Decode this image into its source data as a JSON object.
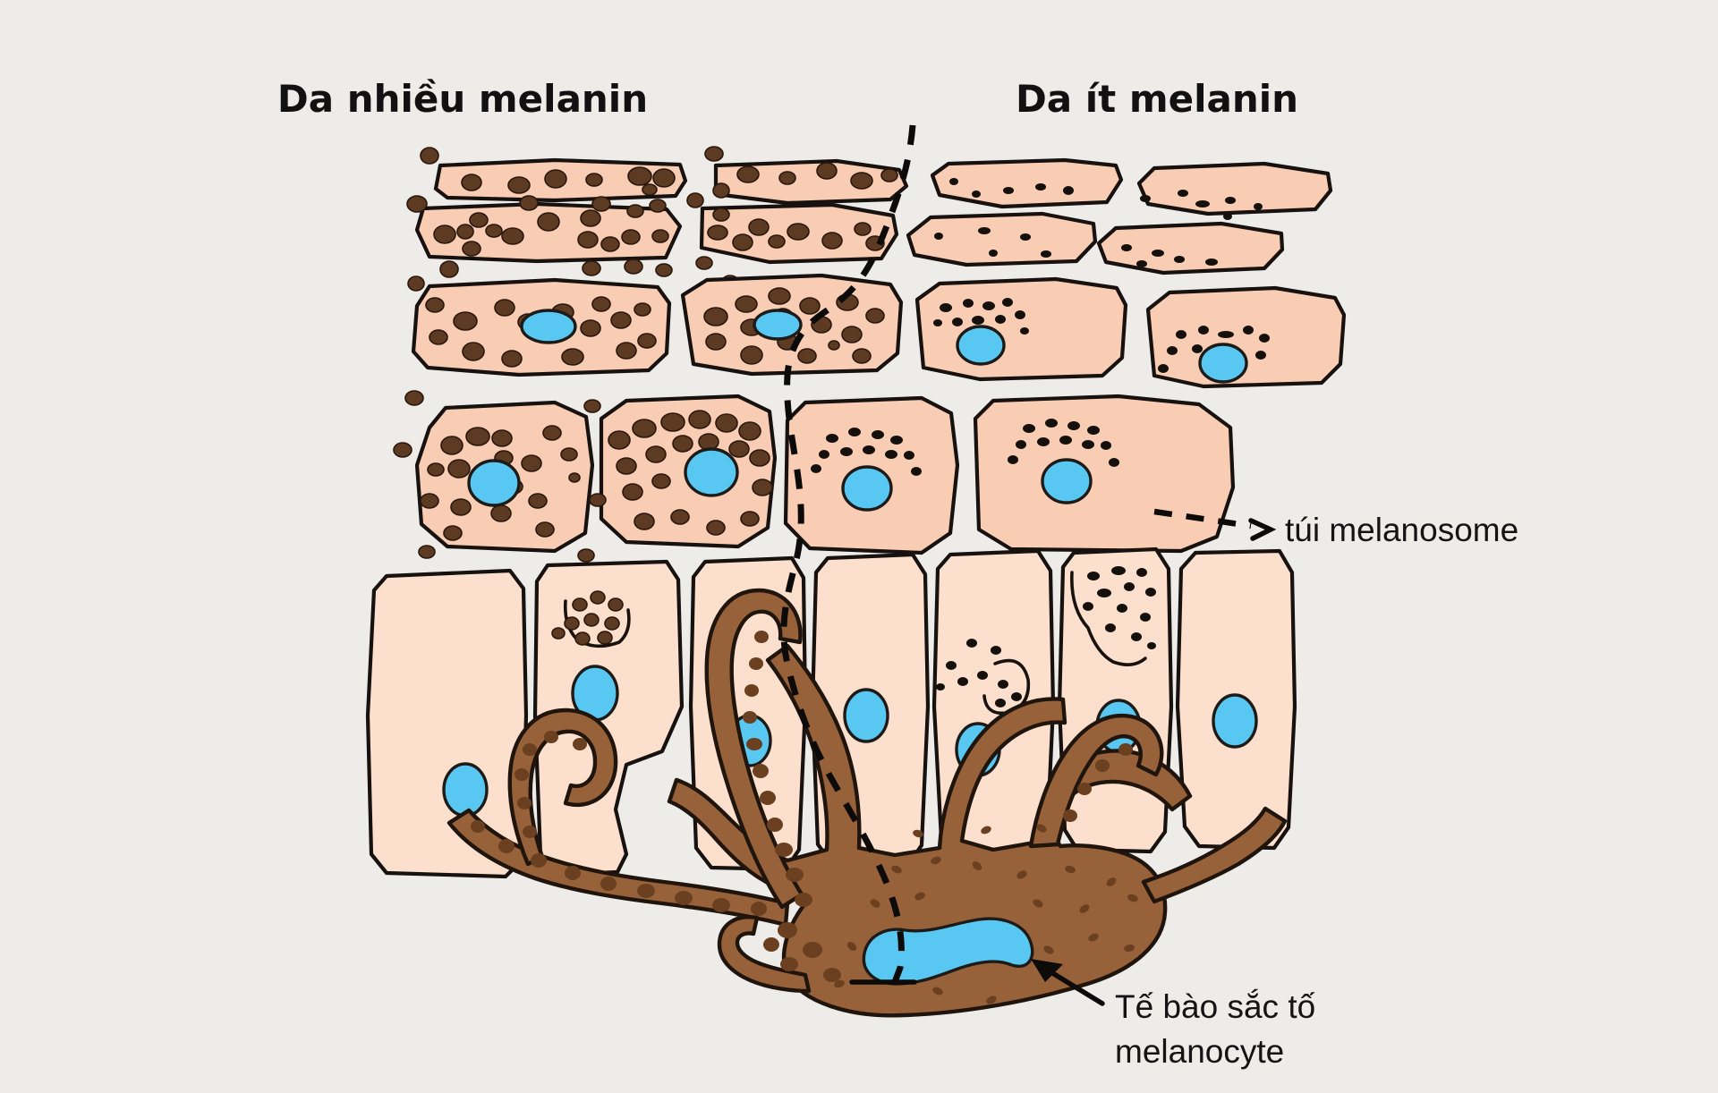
{
  "figure": {
    "background_color": "#eeece8",
    "headings": [
      {
        "id": "left",
        "label": "Da nhiều melanin"
      },
      {
        "id": "right",
        "label": "Da ít melanin"
      }
    ],
    "annotations": [
      {
        "id": "melanosome",
        "label": "túi melanosome"
      },
      {
        "id": "melanocyte_line1",
        "label": "Tế bào sắc tố"
      },
      {
        "id": "melanocyte_line2",
        "label": "melanocyte"
      }
    ],
    "colors": {
      "background": "#eeece8",
      "keratinocyte_fill": "#f9cdb4",
      "keratinocyte_fill_pale": "#fcdfcd",
      "nucleus": "#58c8f2",
      "melanin_granule": "#5d3a22",
      "melanin_granule_small": "#15100c",
      "melanocyte": "#97613a",
      "outline": "#17120f"
    },
    "legend_notes": [
      "Left half: keratinocytes densely loaded with large brown melanin granules",
      "Right half: keratinocytes with few small dark melanosome dots forming caps over nuclei",
      "A dashed vertical line separates the melanin-rich and melanin-poor halves",
      "A single brown melanocyte sits in the basal layer with dendrites extending upward"
    ]
  }
}
